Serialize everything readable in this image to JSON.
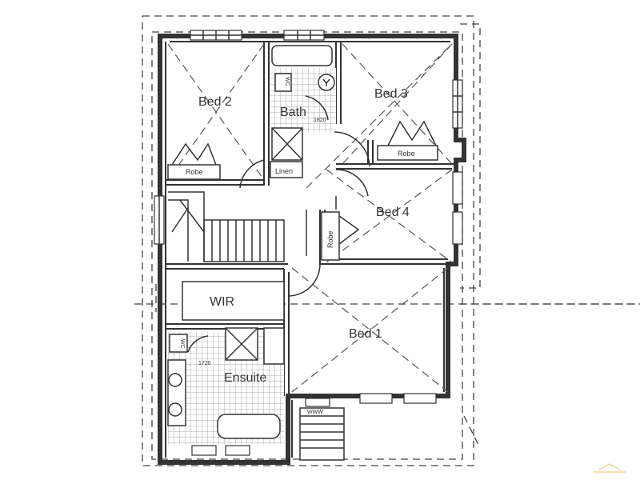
{
  "plan": {
    "rooms": {
      "bed1": "Bed 1",
      "bed2": "Bed 2",
      "bed3": "Bed 3",
      "bed4": "Bed 4",
      "bath": "Bath",
      "wir": "WIR",
      "ensuite": "Ensuite",
      "linen": "Linen",
      "robe": "Robe",
      "wc": "WC",
      "shower_small": "1820",
      "shower_large": "1720",
      "stair_window": "WWW"
    }
  }
}
